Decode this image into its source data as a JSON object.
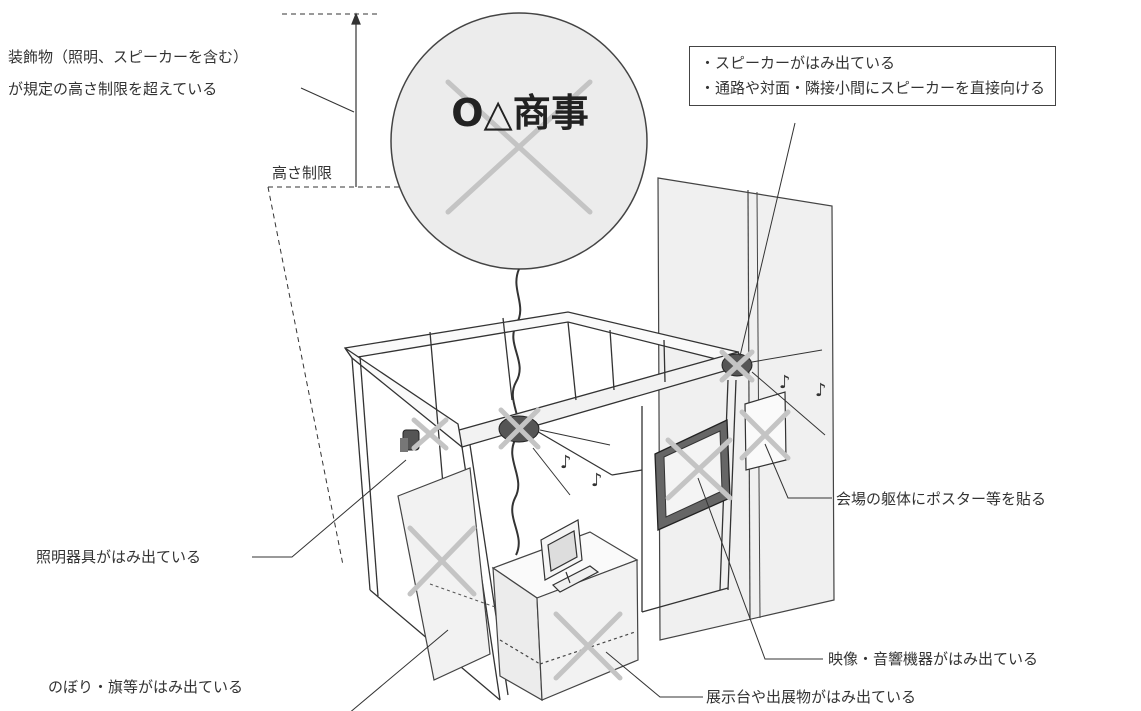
{
  "labels": {
    "decor_line1": "装飾物（照明、スピーカーを含む）",
    "decor_line2": "が規定の高さ制限を超えている",
    "height_limit": "高さ制限",
    "balloon_logo": "O△商事",
    "lighting": "照明器具がはみ出ている",
    "banner": "のぼり・旗等がはみ出ている",
    "display_stand": "展示台や出展物がはみ出ている",
    "video_audio": "映像・音響機器がはみ出ている",
    "poster": "会場の躯体にポスター等を貼る"
  },
  "speaker_box": {
    "line1": "・スピーカーがはみ出ている",
    "line2": "・通路や対面・隣接小間にスピーカーを直接向ける"
  },
  "icons": {
    "note": "♪",
    "cross": "×"
  },
  "colors": {
    "line": "#333333",
    "cross": "#c4c4c4",
    "balloon": "#ececec",
    "wall": "#efefef"
  }
}
